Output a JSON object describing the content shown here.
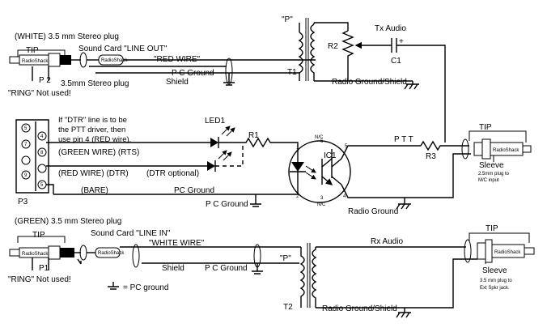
{
  "top_section": {
    "white_plug_label": "(WHITE) 3.5 mm Stereo plug",
    "tip_label": "TIP",
    "sound_card_line_out": "Sound Card \"LINE OUT\"",
    "red_wire_label": "\"RED WIRE\"",
    "p2_label": "P 2",
    "stereo_plug_label": "3.5mm Stereo plug",
    "ring_not_used": "\"RING\" Not used!",
    "pc_ground": "P C Ground",
    "shield": "Shield",
    "t1": "T1",
    "p_label": "\"P\"",
    "r2": "R2",
    "tx_audio": "Tx Audio",
    "c1": "C1",
    "radio_ground_shield": "Radio Ground/Shield",
    "plus_sign": "+"
  },
  "middle_section": {
    "dtr_note_line1": "If \"DTR\" line is to be",
    "dtr_note_line2": "the PTT driver, then",
    "dtr_note_line3": "use pin 4 (RED wire).",
    "led1": "LED1",
    "r1": "R1",
    "green_wire_rts": "(GREEN WIRE) (RTS)",
    "red_wire_dtr": "(RED WIRE) (DTR)",
    "dtr_optional": "(DTR optional)",
    "bare": "(BARE)",
    "pc_ground_1": "PC Ground",
    "pc_ground_2": "P C Ground",
    "p3": "P3",
    "ic1": "IC1",
    "ptt": "P T T",
    "r3": "R3",
    "radio_ground": "Radio Ground",
    "nc_top": "N/C",
    "nc_bottom": "N/C",
    "ic_pin_1": "1",
    "ic_pin_2": "2",
    "ic_pin_3": "3",
    "ic_pin_4": "4",
    "ic_pin_5": "5",
    "ic_pin_6": "6",
    "db9_pins": [
      "5",
      "4",
      "7",
      "8",
      "9",
      "5"
    ],
    "tip_label": "TIP",
    "sleeve_label": "Sleeve",
    "plug_note_line1": "2.5mm plug to",
    "plug_note_line2": "M/C input"
  },
  "bottom_section": {
    "green_plug_label": "(GREEN) 3.5 mm Stereo plug",
    "tip_label": "TIP",
    "sound_card_line_in": "Sound Card \"LINE IN\"",
    "white_wire_label": "\"WHITE WIRE\"",
    "p1_label": "P1",
    "ring_not_used": "\"RING\" Not used!",
    "rx_audio": "Rx Audio",
    "shield": "Shield",
    "pc_ground": "P C Ground",
    "pc_ground_legend": "= PC ground",
    "p_label": "\"P\"",
    "t2": "T2",
    "radio_ground_shield": "Radio Ground/Shield",
    "tip_label_right": "TIP",
    "sleeve_label": "Sleeve",
    "plug_note_line1": "3.5 mm plug to",
    "plug_note_line2": "Ext Spkr jack."
  }
}
